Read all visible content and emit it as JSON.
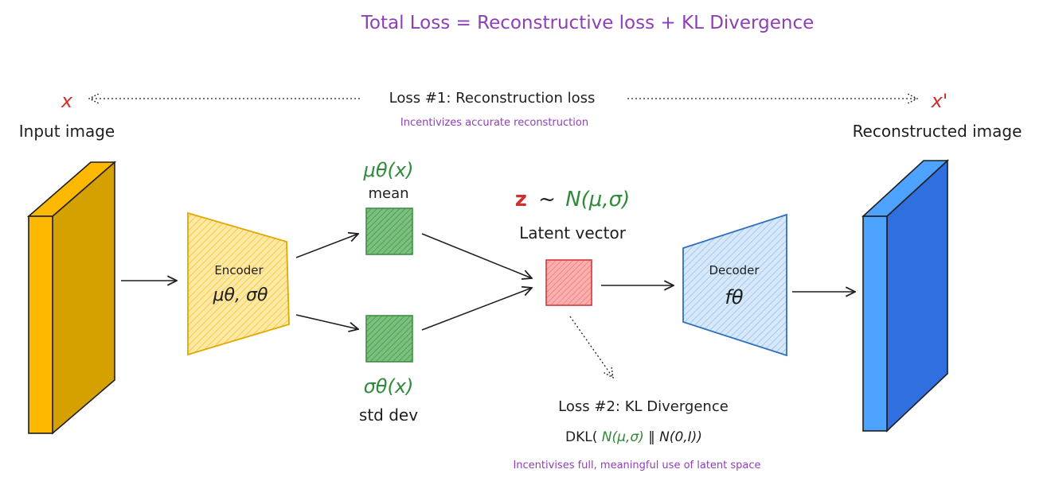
{
  "title": "Total Loss = Reconstructive loss + KL Divergence",
  "input": {
    "symbol": "x",
    "label": "Input image"
  },
  "output": {
    "symbol": "x'",
    "label": "Reconstructed image"
  },
  "loss1": {
    "label": "Loss #1: Reconstruction loss",
    "note": "Incentivizes accurate reconstruction"
  },
  "encoder": {
    "label": "Encoder",
    "params": "μθ, σθ"
  },
  "mean": {
    "symbol": "μθ(x)",
    "label": "mean"
  },
  "std": {
    "symbol": "σθ(x)",
    "label": "std dev"
  },
  "latent": {
    "z": "z",
    "tilde": "~",
    "dist": "N(μ,σ)",
    "label": "Latent vector"
  },
  "decoder": {
    "label": "Decoder",
    "fn": "fθ"
  },
  "loss2": {
    "label": "Loss #2: KL Divergence",
    "formula_prefix": "DKL(",
    "formula_q": "N(μ,σ)",
    "formula_sep": " ‖ ",
    "formula_p": "N(0,I))",
    "note": "Incentivises full, meaningful use of latent space"
  },
  "colors": {
    "purple": "#8e3fb5",
    "green": "#2f8a3a",
    "red": "#d12f2f",
    "ink": "#1e1e1e",
    "input_front": "#ffb800",
    "input_side": "#d4a100",
    "encoder_fill": "#ffd86b",
    "encoder_stroke": "#e0a800",
    "green_fill": "#5aa85f",
    "latent_fill": "#f38b8b",
    "latent_stroke": "#d13a3a",
    "decoder_fill": "#b9d6f3",
    "decoder_stroke": "#2f6fc0",
    "output_front": "#4da3ff",
    "output_side": "#2f6fe0"
  }
}
